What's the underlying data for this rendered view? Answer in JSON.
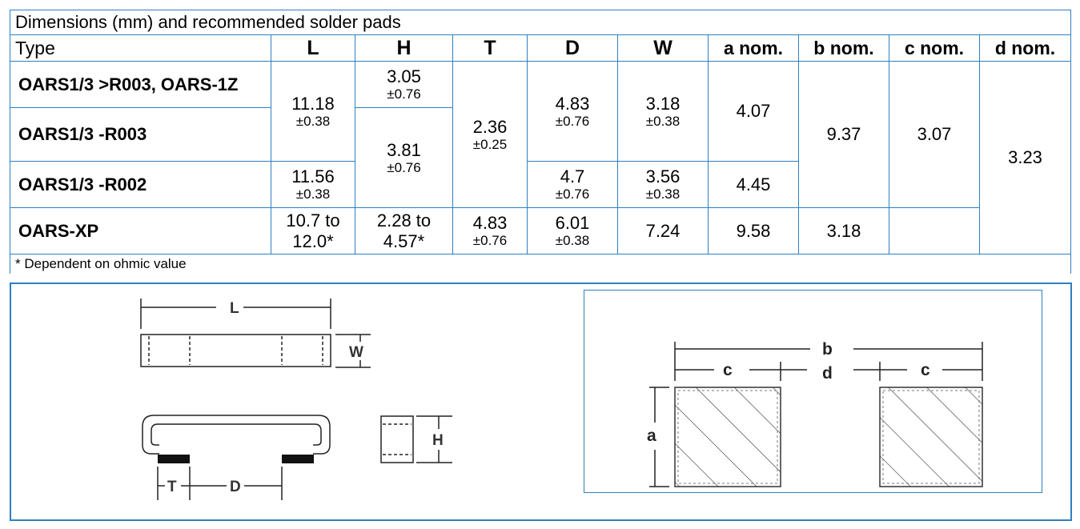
{
  "caption": "Dimensions (mm) and recommended solder pads",
  "headers": {
    "type": "Type",
    "L": "L",
    "H": "H",
    "T": "T",
    "D": "D",
    "W": "W",
    "a": "a nom.",
    "b": "b nom.",
    "c": "c nom.",
    "d": "d nom."
  },
  "rows": {
    "r1": {
      "name": "OARS1/3 >R003, OARS-1Z",
      "H_val": "3.05",
      "H_tol": "±0.76"
    },
    "r2": {
      "name": "OARS1/3 -R003"
    },
    "r3": {
      "name": "OARS1/3 -R002",
      "L_val": "11.56",
      "L_tol": "±0.38",
      "D_val": "4.7",
      "D_tol": "±0.76",
      "W_val": "3.56",
      "W_tol": "±0.38",
      "a": "4.45"
    },
    "r4": {
      "name": "OARS-XP",
      "L_val": "10.7 to",
      "L_val2": "12.0*",
      "H_val": "2.28 to",
      "H_val2": "4.57*",
      "D_val": "4.83",
      "D_tol": "±0.76",
      "W_val": "6.01",
      "W_tol": "±0.38",
      "a": "7.24",
      "b": "9.58",
      "c": "3.18"
    }
  },
  "merged": {
    "L12_val": "11.18",
    "L12_tol": "±0.38",
    "H23_val": "3.81",
    "H23_tol": "±0.76",
    "T_val": "2.36",
    "T_tol": "±0.25",
    "D12_val": "4.83",
    "D12_tol": "±0.76",
    "W12_val": "3.18",
    "W12_tol": "±0.38",
    "a12": "4.07",
    "b123": "9.37",
    "c123": "3.07",
    "d_all": "3.23"
  },
  "footnote": "* Dependent on ohmic value",
  "drawing_labels": {
    "L": "L",
    "W": "W",
    "H": "H",
    "T": "T",
    "D": "D",
    "a": "a",
    "b": "b",
    "c": "c",
    "d": "d"
  }
}
